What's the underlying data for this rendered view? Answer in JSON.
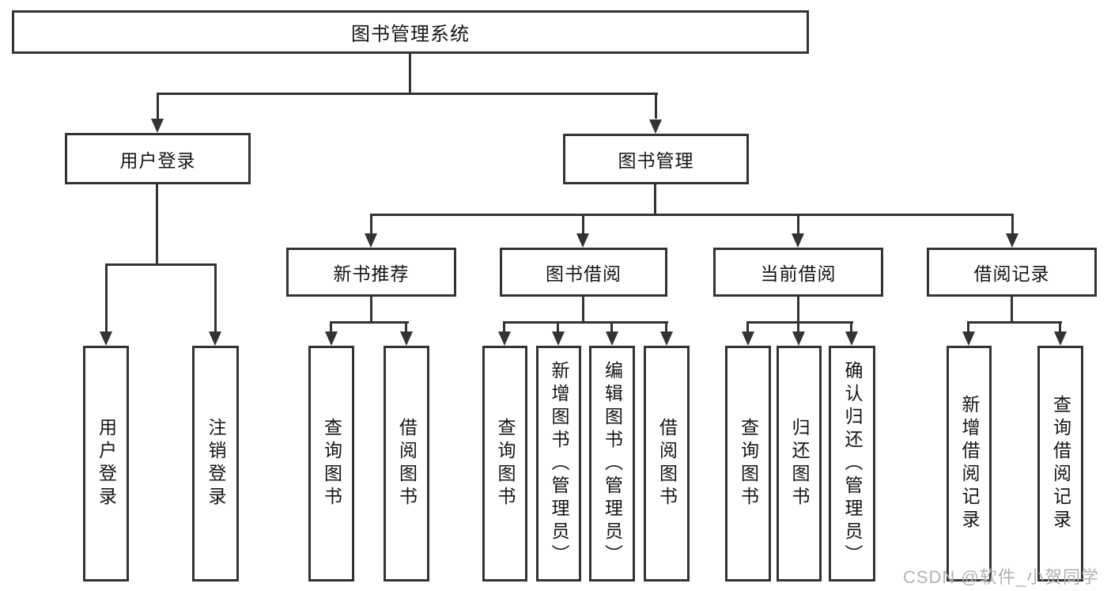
{
  "colors": {
    "line": "#333333",
    "text": "#151515",
    "background": "#ffffff",
    "watermark": "#b2b2b2"
  },
  "watermark": {
    "text": "CSDN @软件_小贺同学"
  },
  "tree": {
    "root": {
      "label": "图书管理系统"
    },
    "branches": [
      {
        "label": "用户登录",
        "children": [
          {
            "label": "用户登录"
          },
          {
            "label": "注销登录"
          }
        ]
      },
      {
        "label": "图书管理",
        "children": [
          {
            "label": "新书推荐",
            "children": [
              {
                "label": "查询图书"
              },
              {
                "label": "借阅图书"
              }
            ]
          },
          {
            "label": "图书借阅",
            "children": [
              {
                "label": "查询图书"
              },
              {
                "label": "新增图书（管理员）"
              },
              {
                "label": "编辑图书（管理员）"
              },
              {
                "label": "借阅图书"
              }
            ]
          },
          {
            "label": "当前借阅",
            "children": [
              {
                "label": "查询图书"
              },
              {
                "label": "归还图书"
              },
              {
                "label": "确认归还（管理员）"
              }
            ]
          },
          {
            "label": "借阅记录",
            "children": [
              {
                "label": "新增借阅记录"
              },
              {
                "label": "查询借阅记录"
              }
            ]
          }
        ]
      }
    ]
  }
}
